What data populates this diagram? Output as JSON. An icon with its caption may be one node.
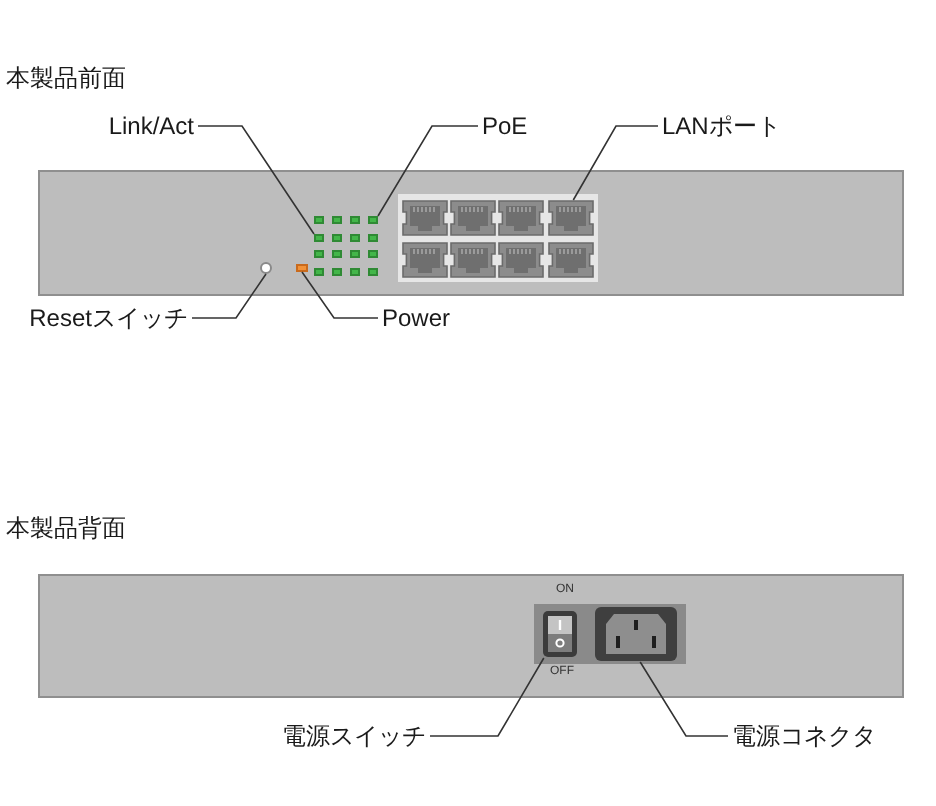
{
  "diagram": {
    "nodes": [
      {
        "text": [
          "本製品前面"
        ]
      },
      {
        "text": [
          "Link/Act"
        ]
      },
      {
        "text": [
          "PoE"
        ]
      },
      {
        "text": [
          "LANポート"
        ]
      },
      {
        "text": [],
        "shape": "box",
        "in": 0
      },
      {
        "text": [],
        "shape": "box",
        "in": 0
      },
      {
        "text": [],
        "shape": "picture",
        "in": 0
      },
      {
        "text": [],
        "shape": "circle",
        "in": 0
      },
      {
        "text": [],
        "shape": "box",
        "in": 0
      },
      {
        "text": [
          "Resetスイッチ"
        ]
      },
      {
        "text": [
          "Power"
        ]
      },
      {
        "text": [
          "本製品背面"
        ]
      },
      {
        "text": [],
        "shape": "picture",
        "in": 11
      },
      {
        "text": [],
        "shape": "picture",
        "in": 11
      },
      {
        "text": [
          "電源スイッチ"
        ]
      },
      {
        "text": [
          "電源コネクタ"
        ]
      }
    ],
    "edges": [
      {
        "from": 1,
        "to": 4,
        "arrow": "none"
      },
      {
        "from": 2,
        "to": 5,
        "arrow": "none"
      },
      {
        "from": 3,
        "to": 6,
        "arrow": "none"
      },
      {
        "from": 9,
        "to": 7,
        "arrow": "none"
      },
      {
        "from": 10,
        "to": 8,
        "arrow": "none"
      },
      {
        "from": 14,
        "to": 12,
        "arrow": "none"
      },
      {
        "from": 15,
        "to": 13,
        "arrow": "none"
      }
    ],
    "labels": [
      "ON",
      "OFF"
    ]
  }
}
